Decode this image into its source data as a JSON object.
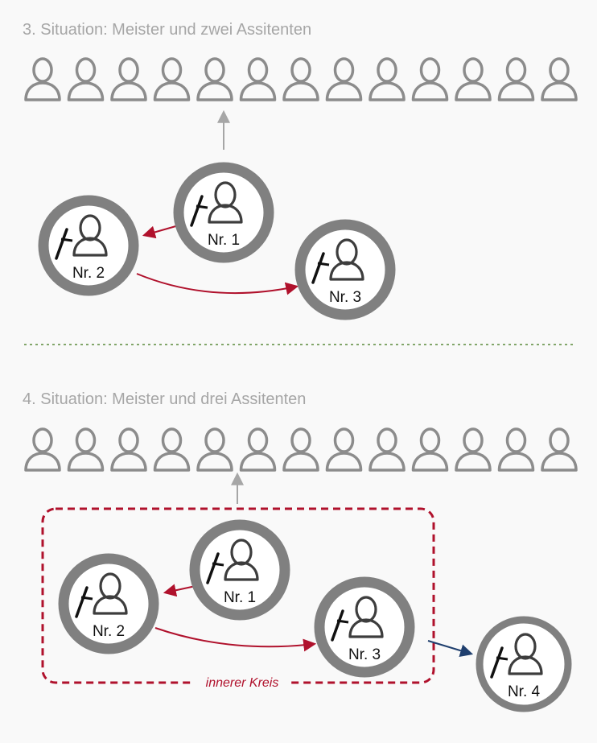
{
  "colors": {
    "background": "#f9f9f9",
    "heading": "#a6a6a6",
    "crowd_person": "#8c8c8c",
    "node_ring": "#808080",
    "node_fill": "#ffffff",
    "node_icon": "#3d3d3d",
    "arrow_up": "#a6a6a6",
    "arrow_red": "#b0112c",
    "arrow_blue": "#1f3f6e",
    "divider": "#5a8a3a",
    "inner_circle_border": "#b0112c"
  },
  "icons": {
    "crowd_member": "person-outline-icon",
    "node_person": "person-outline-icon",
    "node_tool": "sword-icon"
  },
  "situation3": {
    "title": "3. Situation: Meister und zwei Assitenten",
    "crowd_count": 13,
    "nodes": [
      {
        "id": "n1",
        "label": "Nr. 1"
      },
      {
        "id": "n2",
        "label": "Nr. 2"
      },
      {
        "id": "n3",
        "label": "Nr. 3"
      }
    ],
    "arrows": [
      {
        "from": "n1",
        "to": "crowd",
        "kind": "up"
      },
      {
        "from": "n1",
        "to": "n2",
        "kind": "red"
      },
      {
        "from": "n2",
        "to": "n3",
        "kind": "red"
      }
    ]
  },
  "situation4": {
    "title": "4. Situation: Meister und drei Assitenten",
    "crowd_count": 13,
    "nodes": [
      {
        "id": "n1",
        "label": "Nr. 1"
      },
      {
        "id": "n2",
        "label": "Nr. 2"
      },
      {
        "id": "n3",
        "label": "Nr. 3"
      },
      {
        "id": "n4",
        "label": "Nr. 4"
      }
    ],
    "arrows": [
      {
        "from": "n1",
        "to": "crowd",
        "kind": "up"
      },
      {
        "from": "n1",
        "to": "n2",
        "kind": "red"
      },
      {
        "from": "n2",
        "to": "n3",
        "kind": "red"
      },
      {
        "from": "n3",
        "to": "n4",
        "kind": "blue"
      }
    ],
    "inner_circle_label": "innerer Kreis"
  }
}
